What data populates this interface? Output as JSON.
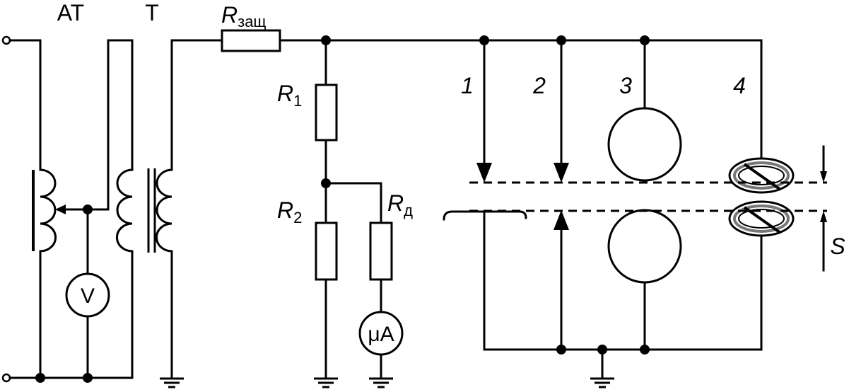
{
  "labels": {
    "autotransformer": "АТ",
    "transformer": "Т",
    "r_protect_main": "R",
    "r_protect_sub": "защ",
    "r1_main": "R",
    "r1_sub": "1",
    "r2_main": "R",
    "r2_sub": "2",
    "rd_main": "R",
    "rd_sub": "д",
    "voltmeter": "V",
    "microammeter": "μA",
    "gap1": "1",
    "gap2": "2",
    "gap3": "3",
    "gap4": "4",
    "distance": "S"
  }
}
